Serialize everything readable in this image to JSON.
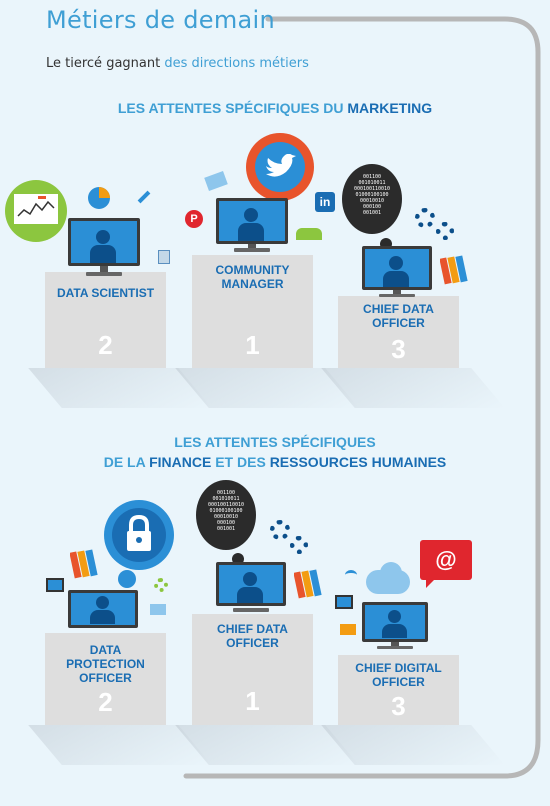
{
  "header": {
    "title": "Métiers de demain",
    "subtitle_prefix": "Le tiercé gagnant",
    "subtitle_highlight": "des directions métiers"
  },
  "section1": {
    "title_part1": "LES ATTENTES SPÉCIFIQUES DU",
    "title_part2": "MARKETING",
    "podiums": [
      {
        "label": "DATA SCIENTIST",
        "rank": "2"
      },
      {
        "label": "COMMUNITY MANAGER",
        "rank": "1"
      },
      {
        "label": "CHIEF DATA OFFICER",
        "rank": "3"
      }
    ]
  },
  "section2": {
    "title_line1": "LES ATTENTES SPÉCIFIQUES",
    "title_de_la": "DE LA",
    "title_finance": "FINANCE",
    "title_et_des": "ET DES",
    "title_rh": "RESSOURCES HUMAINES",
    "podiums": [
      {
        "label": "DATA PROTECTION OFFICER",
        "rank": "2"
      },
      {
        "label": "CHIEF DATA OFFICER",
        "rank": "1"
      },
      {
        "label": "CHIEF DIGITAL OFFICER",
        "rank": "3"
      }
    ]
  },
  "decor": {
    "at_symbol": "@",
    "binary_text": "001100\n001010011\n000100110010\n01000100100\n00010010\n000100\n001001",
    "linkedin": "in",
    "pinterest": "P"
  },
  "colors": {
    "accent": "#3f9fd4",
    "dark_blue": "#1a6db3",
    "podium": "#dedede",
    "twitter_ring": "#e8542c",
    "data_green": "#8cc63f",
    "at_red": "#e0262e"
  }
}
